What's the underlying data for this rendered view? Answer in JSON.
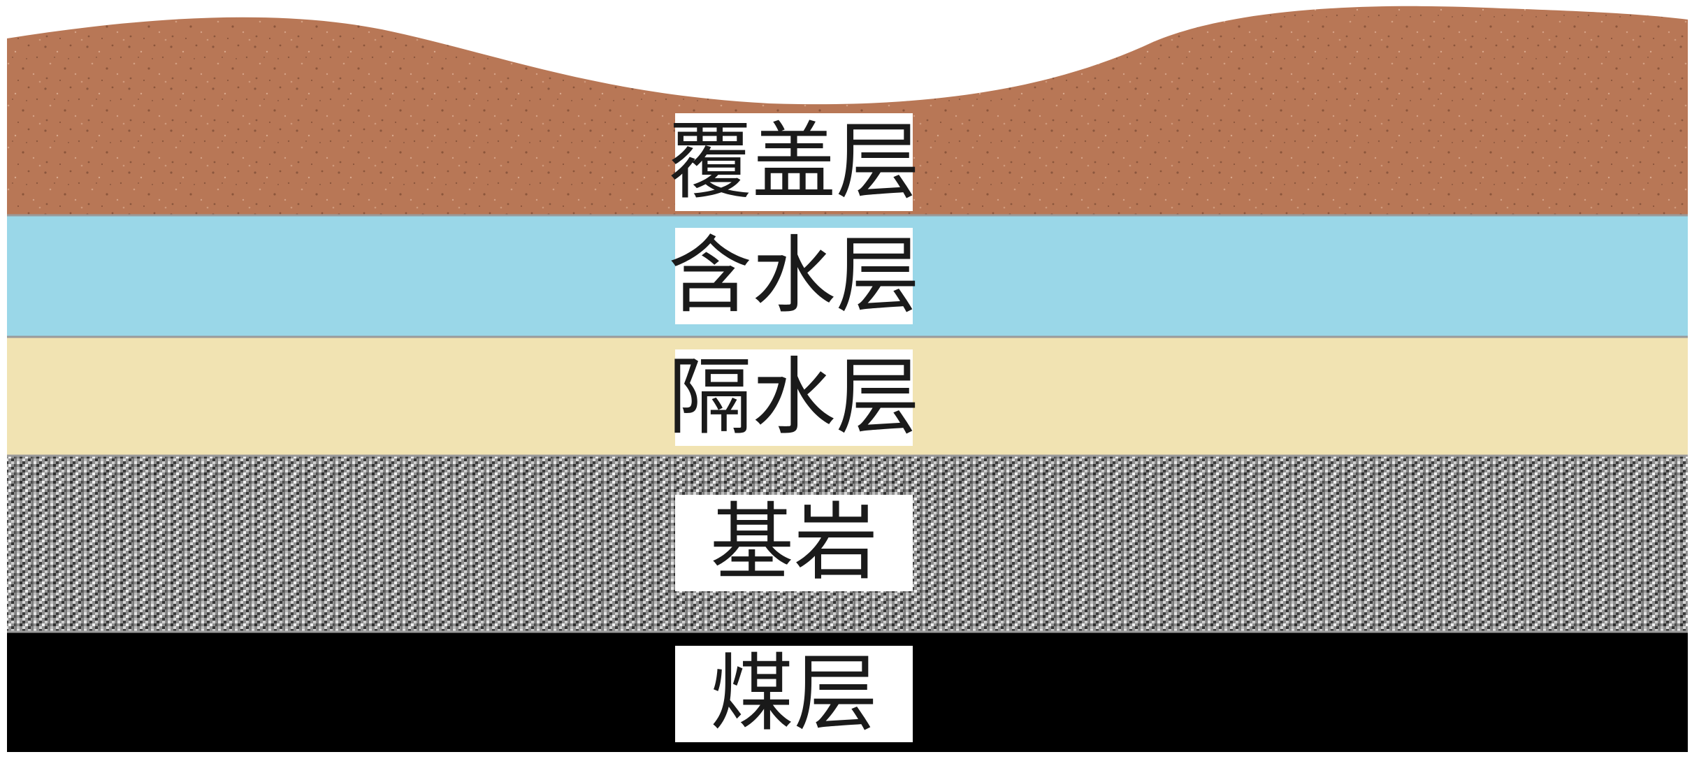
{
  "layers": [
    {
      "id": "overburden",
      "label": "覆盖层",
      "color": "#b87756",
      "texture": "speckle"
    },
    {
      "id": "aquifer",
      "label": "含水层",
      "color": "#9ad7e8",
      "texture": "none"
    },
    {
      "id": "aquiclude",
      "label": "隔水层",
      "color": "#f1e3b2",
      "texture": "none"
    },
    {
      "id": "bedrock",
      "label": "基岩",
      "color": "#8d8d8d",
      "texture": "checker"
    },
    {
      "id": "coal-seam",
      "label": "煤层",
      "color": "#000000",
      "texture": "none"
    }
  ],
  "colors": {
    "background": "#ffffff",
    "label_box": "#ffffff",
    "label_text": "#1a1a1a",
    "separator": "#9a9a9a"
  }
}
